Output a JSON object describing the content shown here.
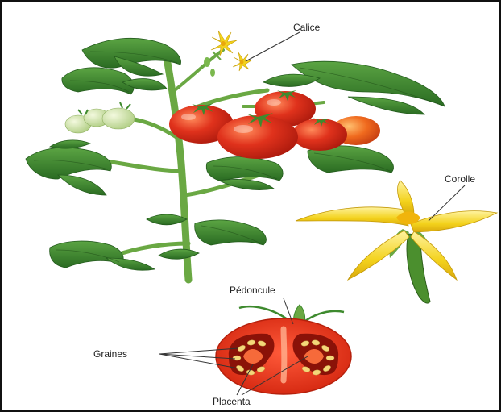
{
  "labels": {
    "calice": "Calice",
    "corolle": "Corolle",
    "pedoncule": "Pédoncule",
    "graines": "Graines",
    "placenta": "Placenta"
  },
  "colors": {
    "tomato_red": "#e0321c",
    "tomato_orange": "#f06a1e",
    "leaf_green": "#3e8a2e",
    "leaf_dark": "#2a6b22",
    "stem_green": "#6aa843",
    "flower_yellow": "#f3d21c",
    "seed_yellow": "#f4d77a",
    "unripe_green": "#cfe2a6"
  }
}
